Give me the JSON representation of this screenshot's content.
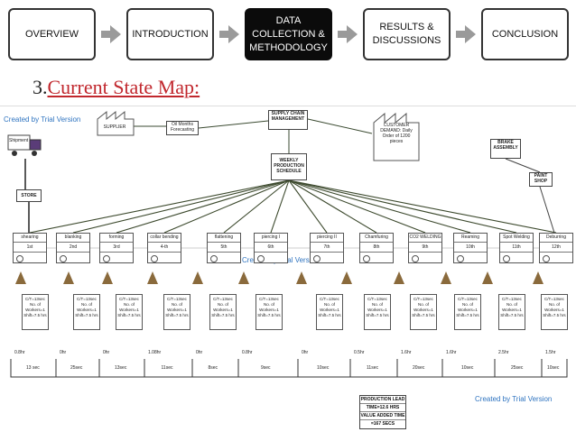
{
  "nav": {
    "items": [
      {
        "label": "OVERVIEW",
        "active": false
      },
      {
        "label": "INTRODUCTION",
        "active": false
      },
      {
        "label": "DATA\nCOLLECTION &\nMETHODOLOGY",
        "active": true
      },
      {
        "label": "RESULTS &\nDISCUSSIONS",
        "active": false
      },
      {
        "label": "CONCLUSION",
        "active": false
      }
    ]
  },
  "heading": {
    "number": "3.",
    "text": "Current State Map:"
  },
  "diagram": {
    "watermark": "Created by Trial Version",
    "supplier": "SUPPLIER",
    "forecasting": "Oil Months Forecasting",
    "supply_chain": "SUPPLY CHAIN MANAGEMENT",
    "schedule": "WEEKLY PRODUCTION SCHEDULE",
    "customer": "CUSTOMER DEMAND: Daily Order of 1200 pieces",
    "brake": "BRAKE ASSEMBLY",
    "paint": "PAINT SHOP",
    "shipment": "Shipment",
    "store": "STORE",
    "processes": [
      {
        "name": "shearing",
        "op": "1st"
      },
      {
        "name": "blanking",
        "op": "2nd"
      },
      {
        "name": "forming",
        "op": "3rd"
      },
      {
        "name": "collar bending",
        "op": "4-th"
      },
      {
        "name": "flattening",
        "op": "5th"
      },
      {
        "name": "piercing I",
        "op": "6th"
      },
      {
        "name": "piercing II",
        "op": "7th"
      },
      {
        "name": "Chamfuring",
        "op": "8th"
      },
      {
        "name": "CO2 WELDING",
        "op": "9th"
      },
      {
        "name": "Reaming",
        "op": "10th"
      },
      {
        "name": "Spot Welding",
        "op": "11th"
      },
      {
        "name": "Deburring",
        "op": "12th"
      }
    ],
    "data_box": {
      "ct": "C/T=13sec",
      "workers_label": "No. of",
      "workers": "Workers=1",
      "shift": "Shift=7.5 hrs"
    },
    "timeline_top": [
      "0.8hr",
      "0hr",
      "0hr",
      "1.08hr",
      "0hr",
      "0.8hr",
      "0hr",
      "0.5hr",
      "1.6hr",
      "1.6hr",
      "2.5hr",
      "1.5hr"
    ],
    "timeline_bottom": [
      "13 sec",
      "25sec",
      "13sec",
      "11sec",
      "8sec",
      "9sec",
      "10sec",
      "11sec",
      "20sec",
      "10sec",
      "25sec",
      "10sec"
    ],
    "lead_time": {
      "t1": "PRODUCTION LEAD",
      "t2": "TIME=12.6 HRS",
      "t3": "VALUE ADDED TIME",
      "t4": "=167 SECS"
    }
  }
}
